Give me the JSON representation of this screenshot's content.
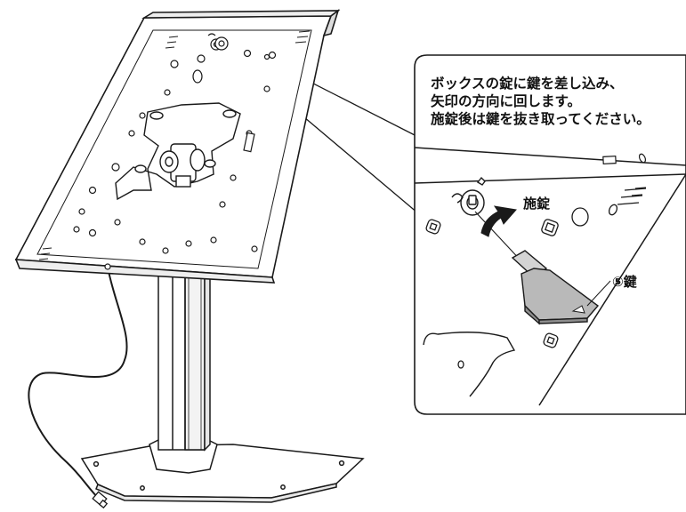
{
  "instruction": {
    "line1": "ボックスの錠に鍵を差し込み、",
    "line2": "矢印の方向に回します。",
    "line3": "施錠後は鍵を抜き取ってください。"
  },
  "labels": {
    "lock": "施錠",
    "key": "⑤鍵"
  },
  "colors": {
    "line": "#1a1a1a",
    "key_fill": "#b9b9b9",
    "key_dark": "#8e8e8e",
    "background": "#ffffff"
  }
}
